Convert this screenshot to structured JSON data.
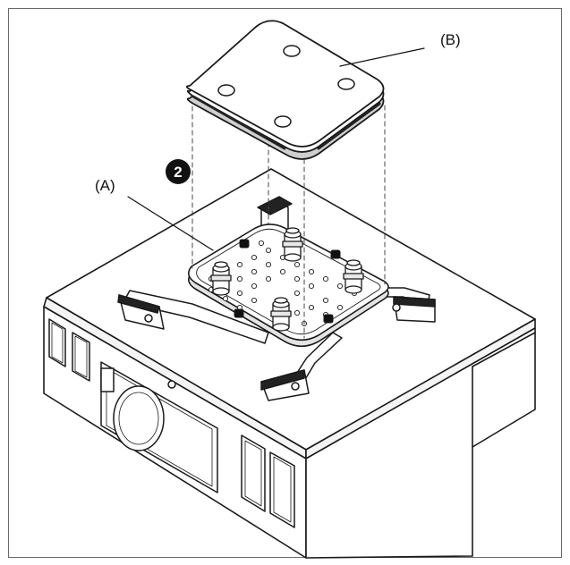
{
  "diagram": {
    "step_number": "2",
    "label_a": "(A)",
    "label_b": "(B)"
  },
  "colors": {
    "line": "#1a1a1a",
    "fill": "#ffffff",
    "shade": "#d9d9d9",
    "dark": "#111111"
  }
}
